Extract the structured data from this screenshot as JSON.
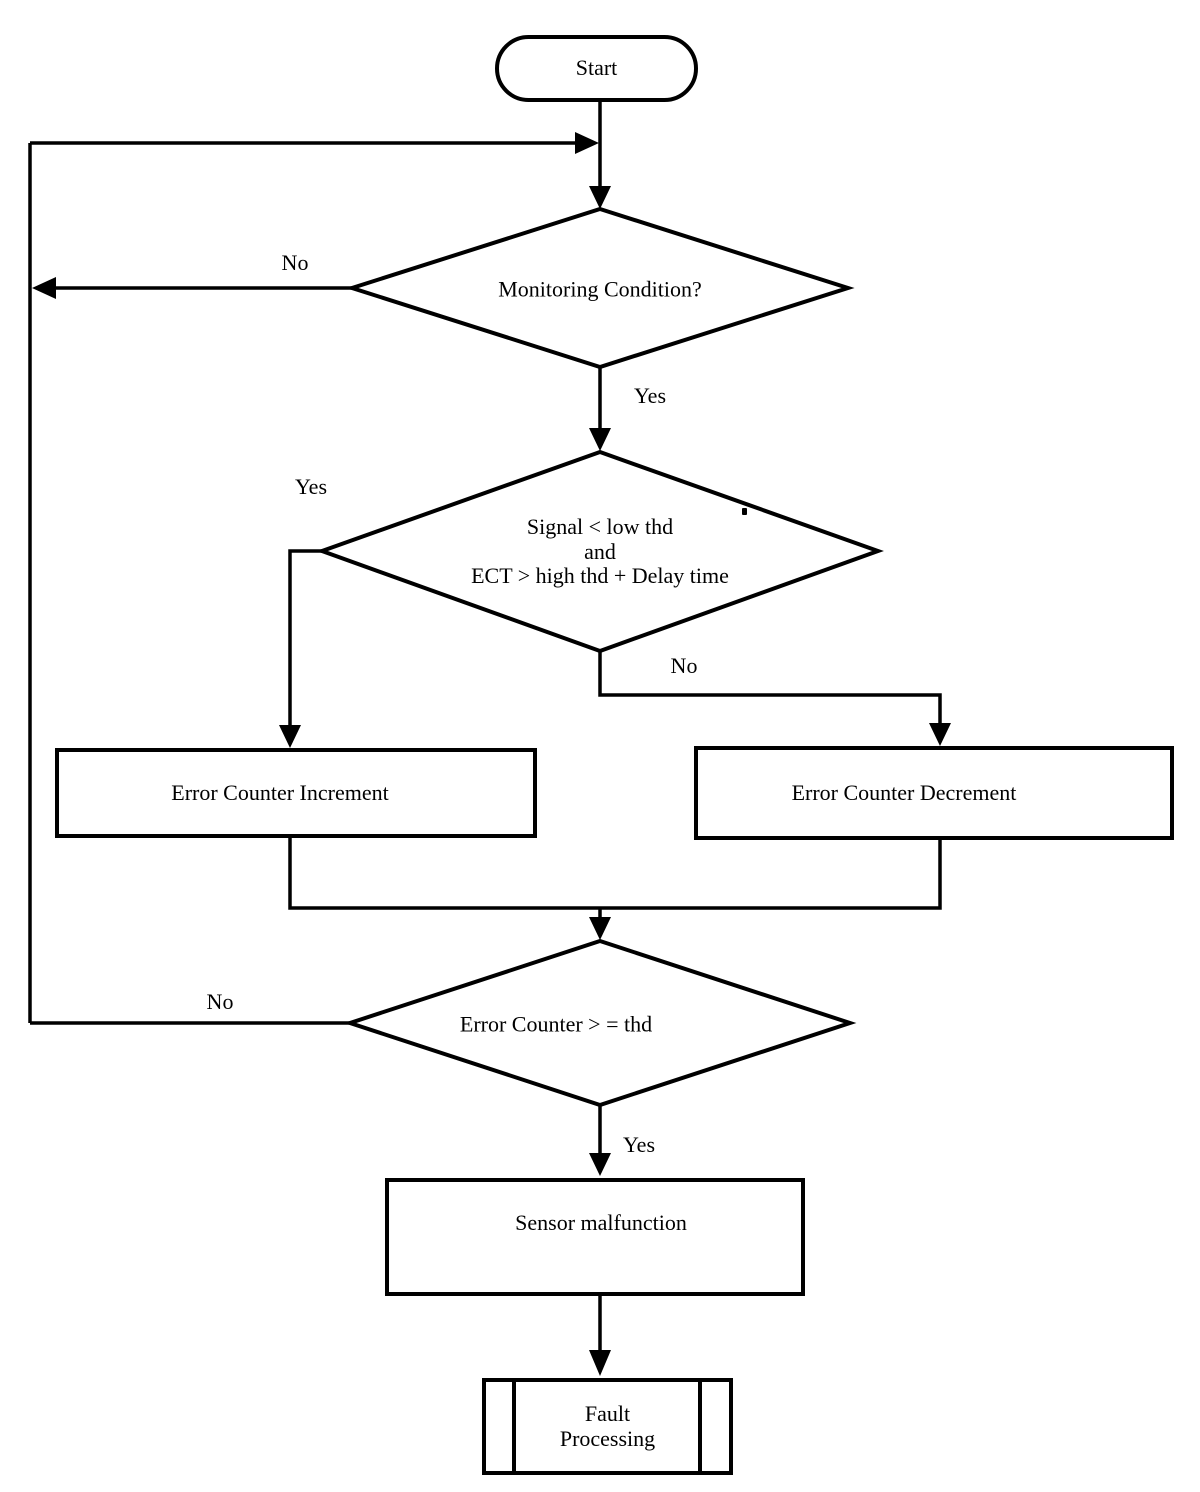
{
  "figure": {
    "type": "flowchart",
    "background": "#ffffff",
    "stroke_color": "#000000"
  },
  "nodes": {
    "start": "Start",
    "monitoring": "Monitoring Condition?",
    "signal_check": "Signal < low thd\nand\nECT > high thd + Delay time",
    "increment": "Error Counter Increment",
    "decrement": "Error Counter Decrement",
    "counter_check": "Error Counter > = thd",
    "sensor_malfunction": "Sensor malfunction",
    "fault_processing": "Fault\nProcessing"
  },
  "edge_labels": {
    "monitoring_no": "No",
    "monitoring_yes": "Yes",
    "signal_yes": "Yes",
    "signal_no": "No",
    "counter_no": "No",
    "counter_yes": "Yes"
  }
}
